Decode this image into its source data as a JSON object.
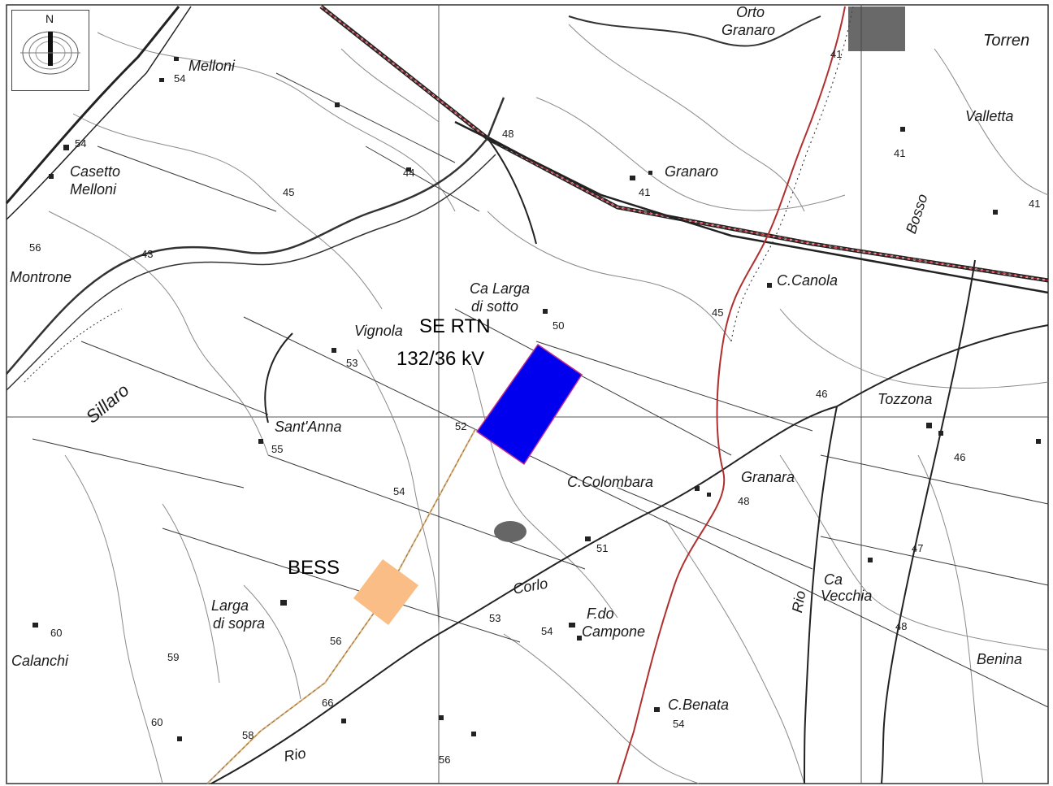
{
  "map": {
    "compass_north": "N",
    "overlays": {
      "substation_label_line1": "SE RTN",
      "substation_label_line2": "132/36 kV",
      "bess_label": "BESS",
      "substation_color": "#0000ee",
      "bess_color": "#f9bd85",
      "cable_color": "#e0b070"
    },
    "place_names": {
      "orto_granaro_1": "Orto",
      "orto_granaro_2": "Granaro",
      "torrente": "Torren",
      "melloni": "Melloni",
      "valletta": "Valletta",
      "casetto_melloni_1": "Casetto",
      "casetto_melloni_2": "Melloni",
      "granaro": "Granaro",
      "bosso": "Bosso",
      "montrone": "Montrone",
      "ca_larga_1": "Ca Larga",
      "ca_larga_2": "di sotto",
      "c_canola": "C.Canola",
      "vignola": "Vignola",
      "sillaro": "Sillaro",
      "tozzona": "Tozzona",
      "sant_anna": "Sant'Anna",
      "c_colombara": "C.Colombara",
      "granara": "Granara",
      "corlo": "Corlo",
      "larga_sopra_1": "Larga",
      "larga_sopra_2": "di sopra",
      "f_do_campone_1": "F.do",
      "f_do_campone_2": "Campone",
      "ca_vecchia_1": "Ca",
      "ca_vecchia_2": "Vecchia",
      "rio_v": "Rio",
      "calanchi": "Calanchi",
      "benina": "Benina",
      "c_benata": "C.Benata",
      "rio": "Rio"
    },
    "elevations": {
      "e41a": "41",
      "e54a": "54",
      "e48a": "48",
      "e41b": "41",
      "e41c": "41",
      "e54b": "54",
      "e44": "44",
      "e45a": "45",
      "e41d": "41",
      "e56a": "56",
      "e43": "43",
      "e50": "50",
      "e45b": "45",
      "e53a": "53",
      "e46a": "46",
      "e52": "52",
      "e55": "55",
      "e54c": "54",
      "e46b": "46",
      "e48b": "48",
      "e51": "51",
      "e47": "47",
      "e56b": "56",
      "e53b": "53",
      "e54d": "54",
      "e60a": "60",
      "e59": "59",
      "e48c": "48",
      "e60b": "60",
      "e66": "66",
      "e54e": "54",
      "e58": "58",
      "e56c": "56"
    }
  }
}
